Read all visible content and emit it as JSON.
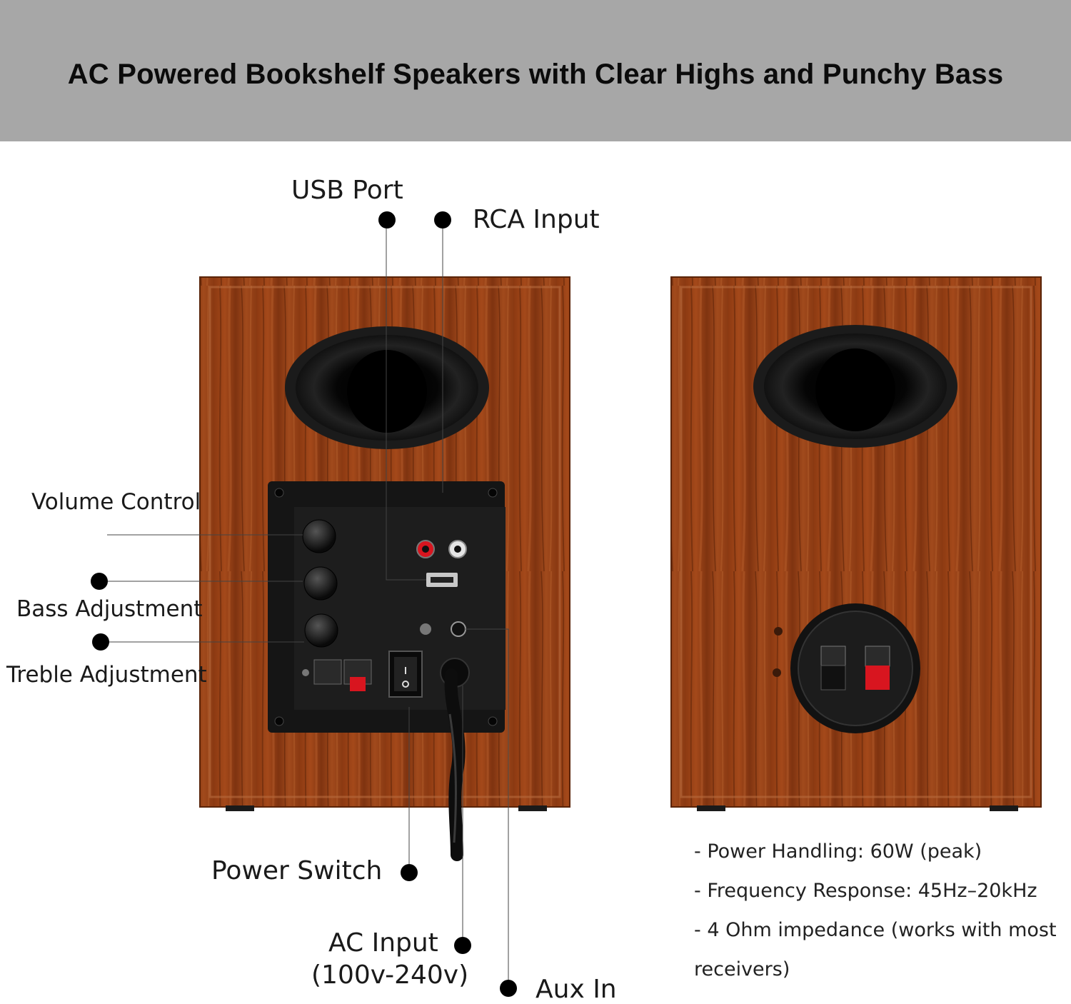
{
  "header": {
    "title": "AC Powered Bookshelf Speakers with Clear Highs and Punchy Bass"
  },
  "callouts": {
    "usb_port": "USB Port",
    "rca_input": "RCA Input",
    "volume_control": "Volume Control",
    "bass_adjustment": "Bass Adjustment",
    "treble_adjustment": "Treble Adjustment",
    "power_switch": "Power Switch",
    "ac_input_line1": "AC Input",
    "ac_input_line2": "(100v-240v)",
    "aux_in": "Aux In"
  },
  "specs": {
    "line1": "- Power Handling: 60W (peak)",
    "line2": "- Frequency Response: 45Hz–20kHz",
    "line3": "- 4 Ohm impedance (works with most",
    "line4": "receivers)"
  },
  "colors": {
    "banner": "#a7a7a7",
    "wood": "#9a4418",
    "wood_dark": "#6e2c0e",
    "panel": "#161616",
    "port": "#0c0c0c",
    "red_terminal": "#d8151f"
  }
}
